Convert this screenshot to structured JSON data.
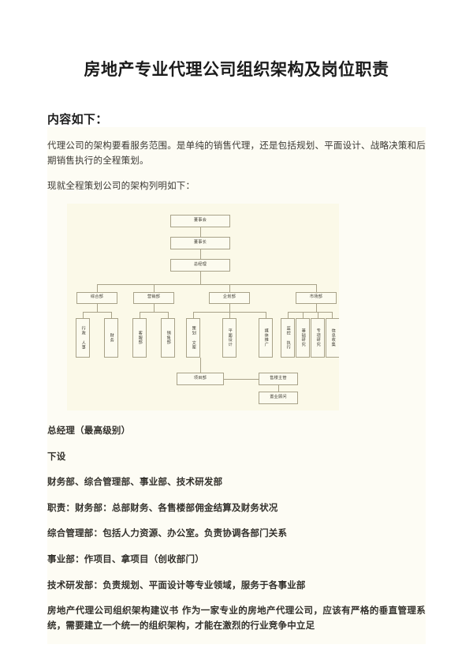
{
  "document": {
    "title": "房地产专业代理公司组织架构及岗位职责",
    "section_heading": "内容如下：",
    "paragraphs": {
      "intro": "代理公司的架构要看服务范围。是单纯的销售代理，还是包括规划、平面设计、战略决策和后期销售执行的全程策划。",
      "lead_in": "现就全程策划公司的架构列明如下：",
      "gm": "总经理（最高级别）",
      "subordinate": "下设",
      "departments": "财务部、综合管理部、事业部、技术研发部",
      "duty_finance": "职责：财务部：总部财务、各售楼部佣金结算及财务状况",
      "duty_admin": "综合管理部：包括人力资源、办公室。负责协调各部门关系",
      "duty_business": "事业部：作项目、拿项目（创收部门）",
      "duty_rnd": "技术研发部：负责规划、平面设计等专业领域，服务于各事业部",
      "proposal": "房地产代理公司组织架构建议书 作为一家专业的房地产代理公司，应该有严格的垂直管理系统，需要建立一个统一的组织架构，才能在激烈的行业竞争中立足"
    }
  },
  "org_chart": {
    "alt": "房地产全程策划公司组织架构图",
    "background_color": "#fbf9e8",
    "line_color": "#a8a288",
    "nodes": {
      "board": "董事会",
      "chairman": "董事长",
      "general_manager": "总经理",
      "dept_comprehensive": "综合部",
      "dept_marketing": "营销部",
      "dept_planning": "企划部",
      "dept_market": "市场部",
      "sub_admin_hr": "行政 人事",
      "sub_finance": "财务",
      "sub_customer": "客服部",
      "sub_sales": "销售部",
      "sub_copywriting": "策划 文案",
      "sub_graphic": "平面设计",
      "sub_media": "媒体推广",
      "sub_monitor": "监控 执行",
      "sub_basic_research": "基础研究",
      "sub_special_research": "专项研究",
      "sub_info_collect": "信息收集",
      "project_dept": "项目部",
      "sales_supervisor": "售楼主管",
      "sales_consultant": "置业顾问"
    }
  }
}
